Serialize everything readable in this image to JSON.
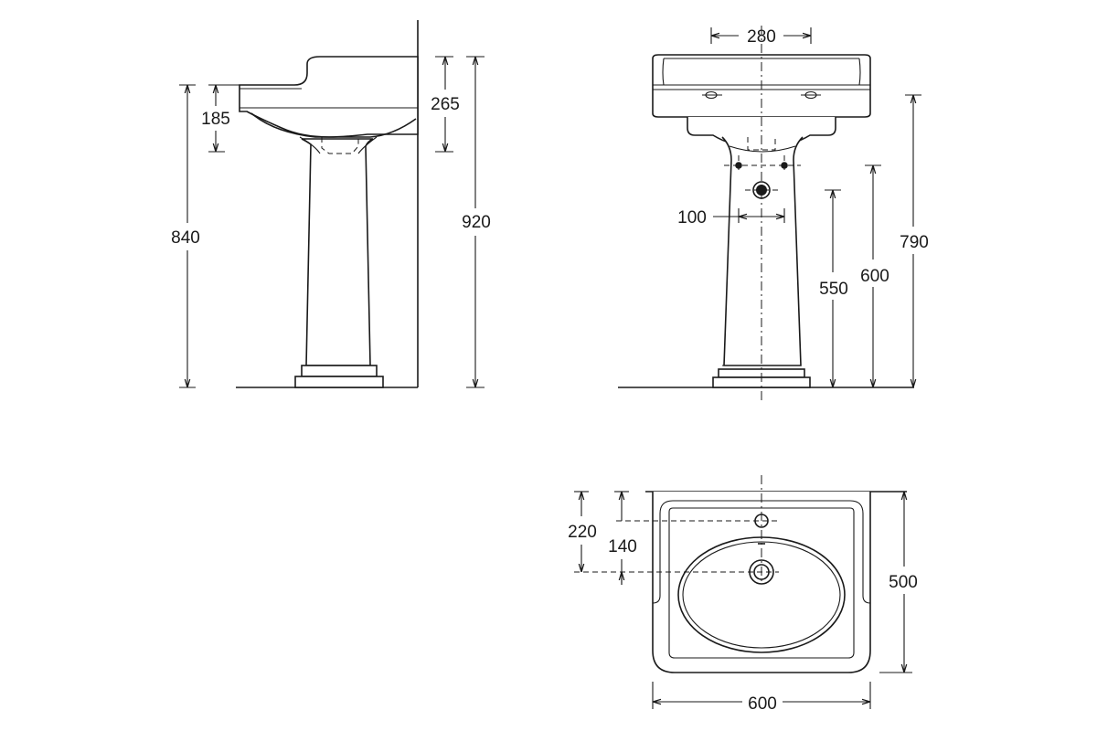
{
  "side_view": {
    "dim_basin_depth": "185",
    "dim_overall_height": "840",
    "dim_back_height": "265",
    "dim_top_height": "920"
  },
  "front_view": {
    "dim_tap_spacing": "280",
    "dim_waste_spacing": "100",
    "dim_waste_height": "550",
    "dim_supply_height": "600",
    "dim_rim_height": "790"
  },
  "plan_view": {
    "dim_tap_offset": "220",
    "dim_waste_offset": "140",
    "dim_depth": "500",
    "dim_width": "600"
  }
}
